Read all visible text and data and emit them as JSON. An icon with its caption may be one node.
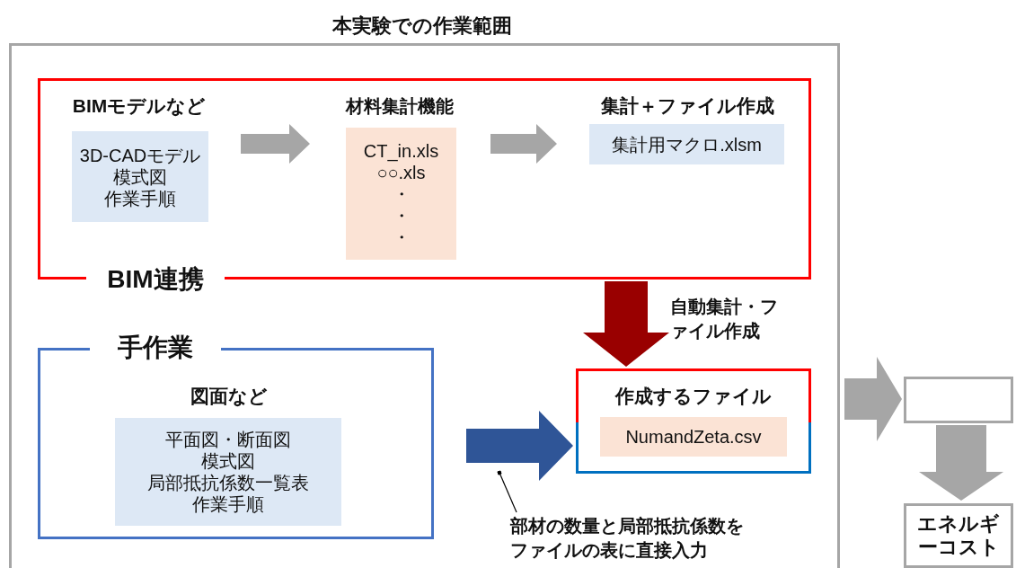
{
  "diagram": {
    "nodes": [
      {
        "text": [
          "本実験での作業範囲"
        ]
      },
      {
        "text": [
          "BIM連携"
        ],
        "in": 0
      },
      {
        "text": [
          "BIMモデルなど",
          "3D-CADモデル",
          "模式図",
          "作業手順"
        ],
        "in": 1
      },
      {
        "text": [
          "材料集計機能",
          "CT_in.xls",
          "○○.xls",
          "・",
          "・",
          "・"
        ],
        "in": 1
      },
      {
        "text": [
          "集計＋ファイル作成",
          "集計用マクロ.xlsm"
        ],
        "in": 1
      },
      {
        "text": [
          "手作業"
        ],
        "in": 0
      },
      {
        "text": [
          "図面など",
          "平面図・断面図",
          "模式図",
          "局部抵抗係数一覧表",
          "作業手順"
        ],
        "in": 5
      },
      {
        "text": [
          "作成するファイル",
          "NumandZeta.csv"
        ],
        "in": 0
      },
      {
        "text": [],
        "shape": "box"
      },
      {
        "text": [
          "エネルギーコスト"
        ]
      },
      {
        "text": [
          "部材の数量と局部抵抗係数をファイルの表に直接入力"
        ],
        "in": 0
      }
    ],
    "edges": [
      {
        "from": 2,
        "to": 3,
        "arrow": "to"
      },
      {
        "from": 3,
        "to": 4,
        "arrow": "to"
      },
      {
        "from": 1,
        "to": 7,
        "arrow": "to",
        "label": "自動集計・ファイル作成",
        "color": "#990000"
      },
      {
        "from": 5,
        "to": 7,
        "arrow": "to",
        "color": "#2f5597"
      },
      {
        "from": 0,
        "to": 8,
        "arrow": "to"
      },
      {
        "from": 8,
        "to": 9,
        "arrow": "to"
      },
      {
        "from": 10,
        "to": null,
        "arrow": "other",
        "color": "#000000"
      }
    ]
  }
}
